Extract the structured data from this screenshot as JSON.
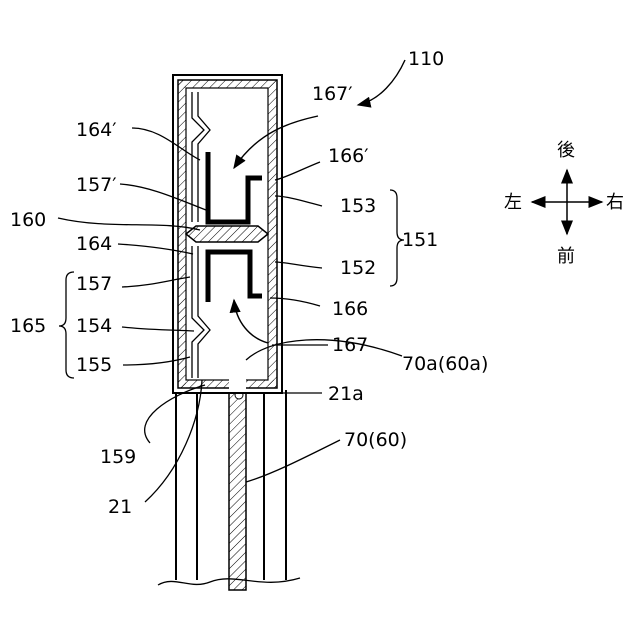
{
  "labels": {
    "l110": "110",
    "l167p": "167′",
    "l164p": "164′",
    "l166p": "166′",
    "l157p": "157′",
    "l153": "153",
    "l160": "160",
    "l151": "151",
    "l164": "164",
    "l152": "152",
    "l157": "157",
    "l166": "166",
    "l165": "165",
    "l154": "154",
    "l167": "167",
    "l155": "155",
    "l70a": "70a(60a)",
    "l21a": "21a",
    "l70": "70(60)",
    "l159": "159",
    "l21": "21"
  },
  "compass": {
    "back": "後",
    "front": "前",
    "left": "左",
    "right": "右"
  }
}
